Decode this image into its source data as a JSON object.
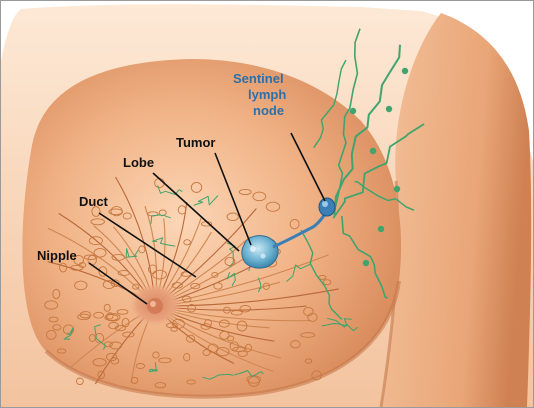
{
  "labels": {
    "nipple": "Nipple",
    "duct": "Duct",
    "lobe": "Lobe",
    "tumor": "Tumor",
    "sentinel_line1": "Sentinel",
    "sentinel_line2": "lymph",
    "sentinel_line3": "node"
  },
  "colors": {
    "skin": "#f2b98d",
    "skin_shadow": "#d8895d",
    "skin_highlight": "#fbd8bc",
    "lobule": "#c97845",
    "lymph": "#3fa46d",
    "tumor": "#5fa8c8",
    "node": "#3c7fb4",
    "sentinel_text": "#2e6fa8",
    "label_text": "#111111",
    "leader": "#111111"
  },
  "icons": {
    "tumor_mass": "tumor-mass-icon",
    "sentinel_node": "lymph-node-icon"
  }
}
